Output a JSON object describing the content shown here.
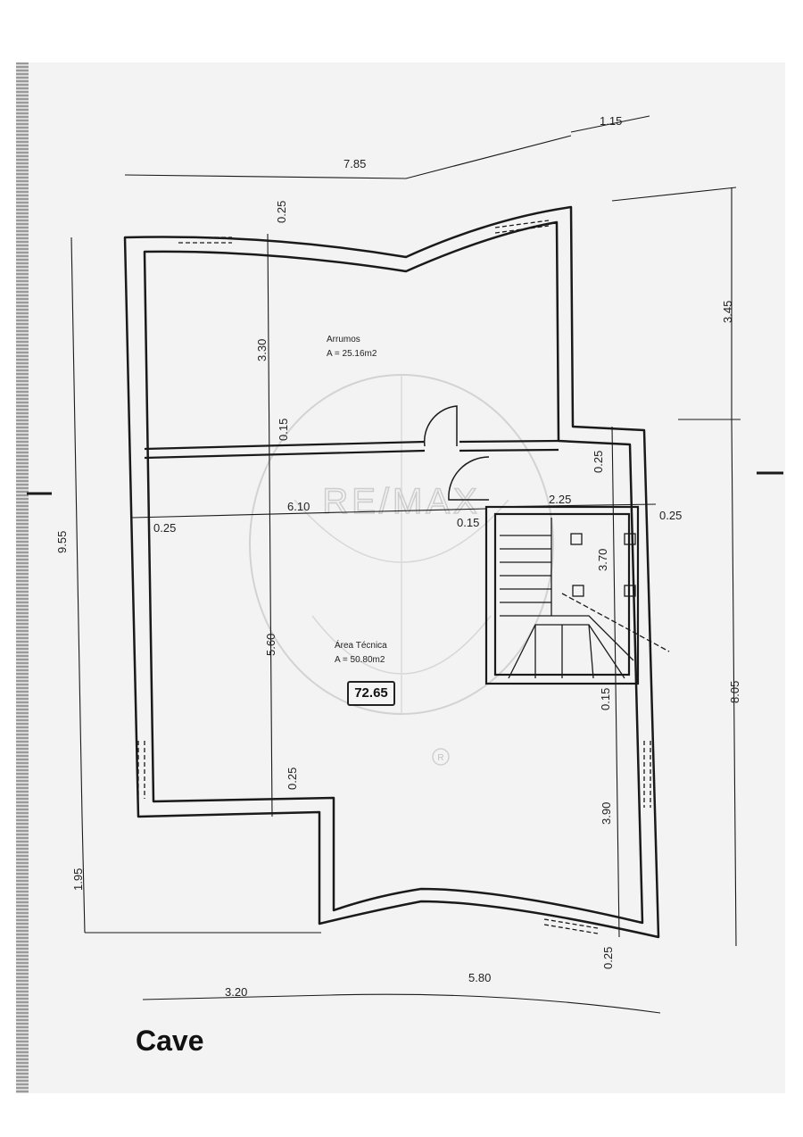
{
  "title": "Cave",
  "total_area": "72.65",
  "watermark": "RE/MAX",
  "watermark_mark": "R",
  "rooms": {
    "storage": {
      "name": "Arrumos",
      "area": "A = 25.16m2"
    },
    "technical": {
      "name": "Área Técnica",
      "area": "A = 50.80m2"
    }
  },
  "dimensions": {
    "top_length": "7.85",
    "top_right": "1.15",
    "right_upper": "3.45",
    "left_total": "9.55",
    "wall_top": "0.25",
    "storage_height": "3.30",
    "wall_mid": "0.15",
    "width_main": "6.10",
    "wall_left": "0.25",
    "wall_inner": "0.15",
    "stair_width": "2.25",
    "wall_right": "0.25",
    "stair_wall_top": "0.25",
    "stair_height": "3.70",
    "tech_height": "5.60",
    "wall_lower": "0.25",
    "wall_stair_bottom": "0.15",
    "right_total": "8.05",
    "right_lower": "3.90",
    "left_lower": "1.95",
    "wall_bottom": "0.25",
    "bottom_left": "3.20",
    "bottom_right": "5.80"
  }
}
